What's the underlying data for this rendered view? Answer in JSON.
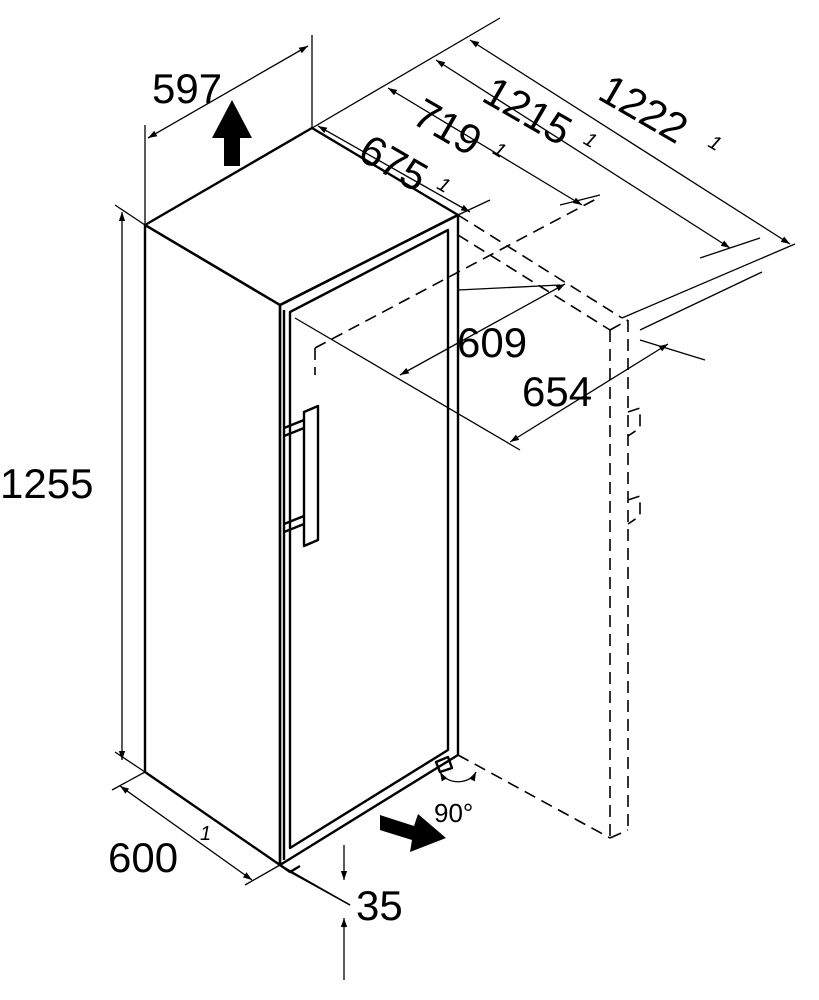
{
  "dimensions": {
    "width_top": "597",
    "depth_675": "675",
    "depth_675_note": "1",
    "depth_719": "719",
    "depth_719_note": "1",
    "depth_1215": "1215",
    "depth_1215_note": "1",
    "depth_1222": "1222",
    "depth_1222_note": "1",
    "door_609": "609",
    "door_654": "654",
    "height": "1255",
    "width_bottom": "600",
    "width_bottom_note": "1",
    "plinth": "35",
    "door_angle": "90°"
  }
}
